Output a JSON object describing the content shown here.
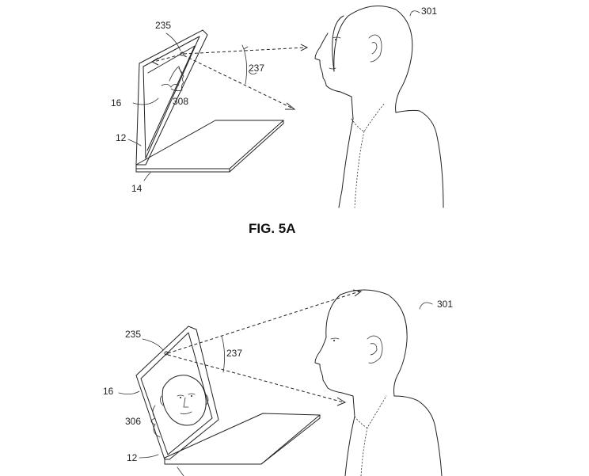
{
  "figure_a": {
    "caption": "FIG. 5A",
    "labels": {
      "camera": "235",
      "angle": "237",
      "user": "301",
      "side_face": "308",
      "display": "16",
      "lid": "12",
      "base": "14"
    }
  },
  "figure_b": {
    "labels": {
      "camera": "235",
      "angle": "237",
      "user": "301",
      "front_face": "306",
      "display": "16",
      "lid": "12"
    }
  }
}
